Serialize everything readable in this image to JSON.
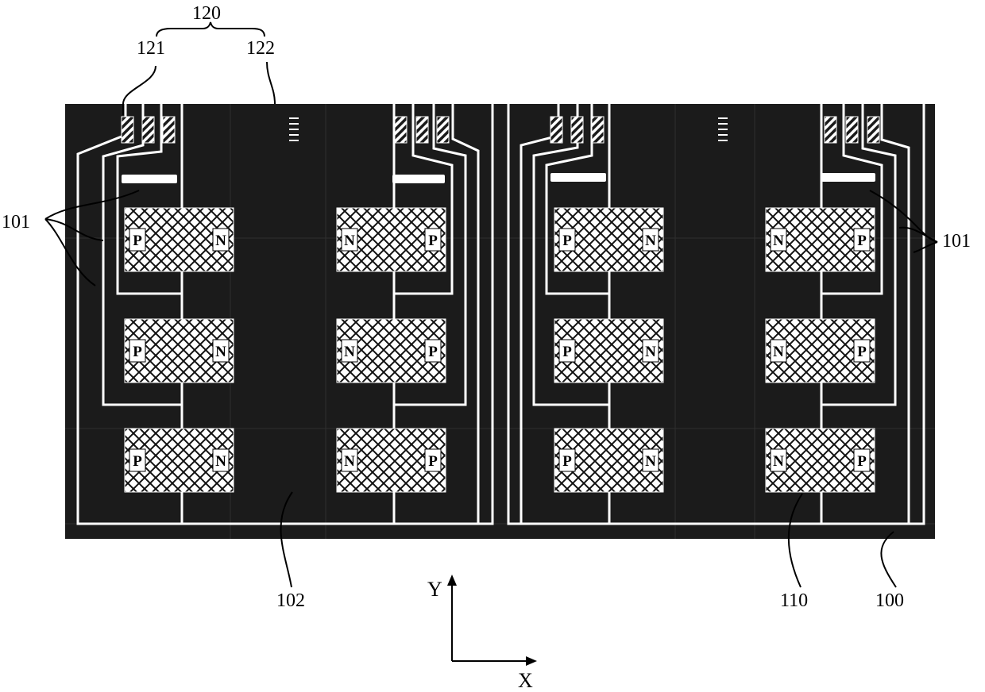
{
  "labels": {
    "top_group": "120",
    "pad_hatched": "121",
    "pad_striped": "122",
    "wire_left": "101",
    "wire_right": "101",
    "substrate_region": "102",
    "chip": "110",
    "board": "100"
  },
  "axes": {
    "y": "Y",
    "x": "X"
  },
  "chip_columns": [
    {
      "left": "P",
      "right": "N"
    },
    {
      "left": "N",
      "right": "P"
    },
    {
      "left": "P",
      "right": "N"
    },
    {
      "left": "N",
      "right": "P"
    }
  ],
  "colors": {
    "board": "#1b1b1b",
    "trace": "#ffffff",
    "chip_fill": "#ffffff",
    "chip_hatch": "#111111",
    "ink": "#000000"
  }
}
